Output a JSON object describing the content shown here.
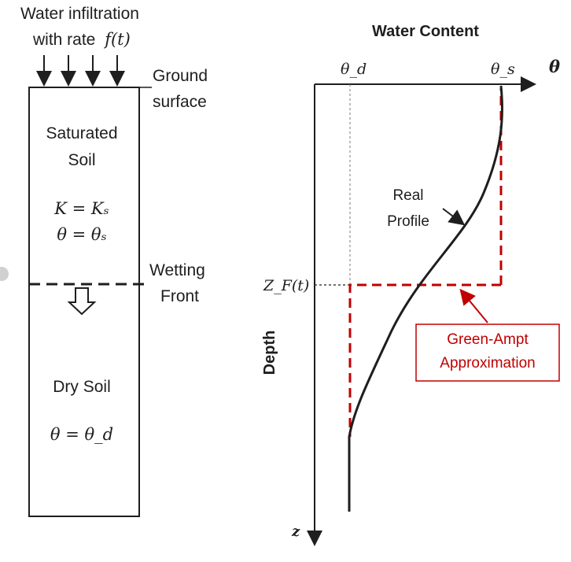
{
  "left_panel": {
    "infiltration_label_1": "Water infiltration",
    "infiltration_label_2_prefix": "with rate",
    "infiltration_label_2_math": "f(t)",
    "ground_label_1": "Ground",
    "ground_label_2": "surface",
    "saturated_label_1": "Saturated",
    "saturated_label_2": "Soil",
    "eq_k": "K = Kₛ",
    "eq_theta_s": "θ = θₛ",
    "wetting_label_1": "Wetting",
    "wetting_label_2": "Front",
    "dry_label": "Dry Soil",
    "eq_theta_d": "θ = θ_d"
  },
  "right_panel": {
    "title": "Water Content",
    "theta_d": "θ_d",
    "theta_s": "θ_s",
    "theta_axis": "θ",
    "zf_label": "Z_F(t)",
    "depth_label": "Depth",
    "z_label": "z",
    "real_profile_1": "Real",
    "real_profile_2": "Profile",
    "green_ampt_1": "Green-Ampt",
    "green_ampt_2": "Approximation"
  },
  "colors": {
    "ink": "#1e1e1e",
    "approximation": "#c00000"
  },
  "icons": {
    "handle": "side-handle-icon",
    "down_arrow": "hollow-down-arrow-icon"
  }
}
